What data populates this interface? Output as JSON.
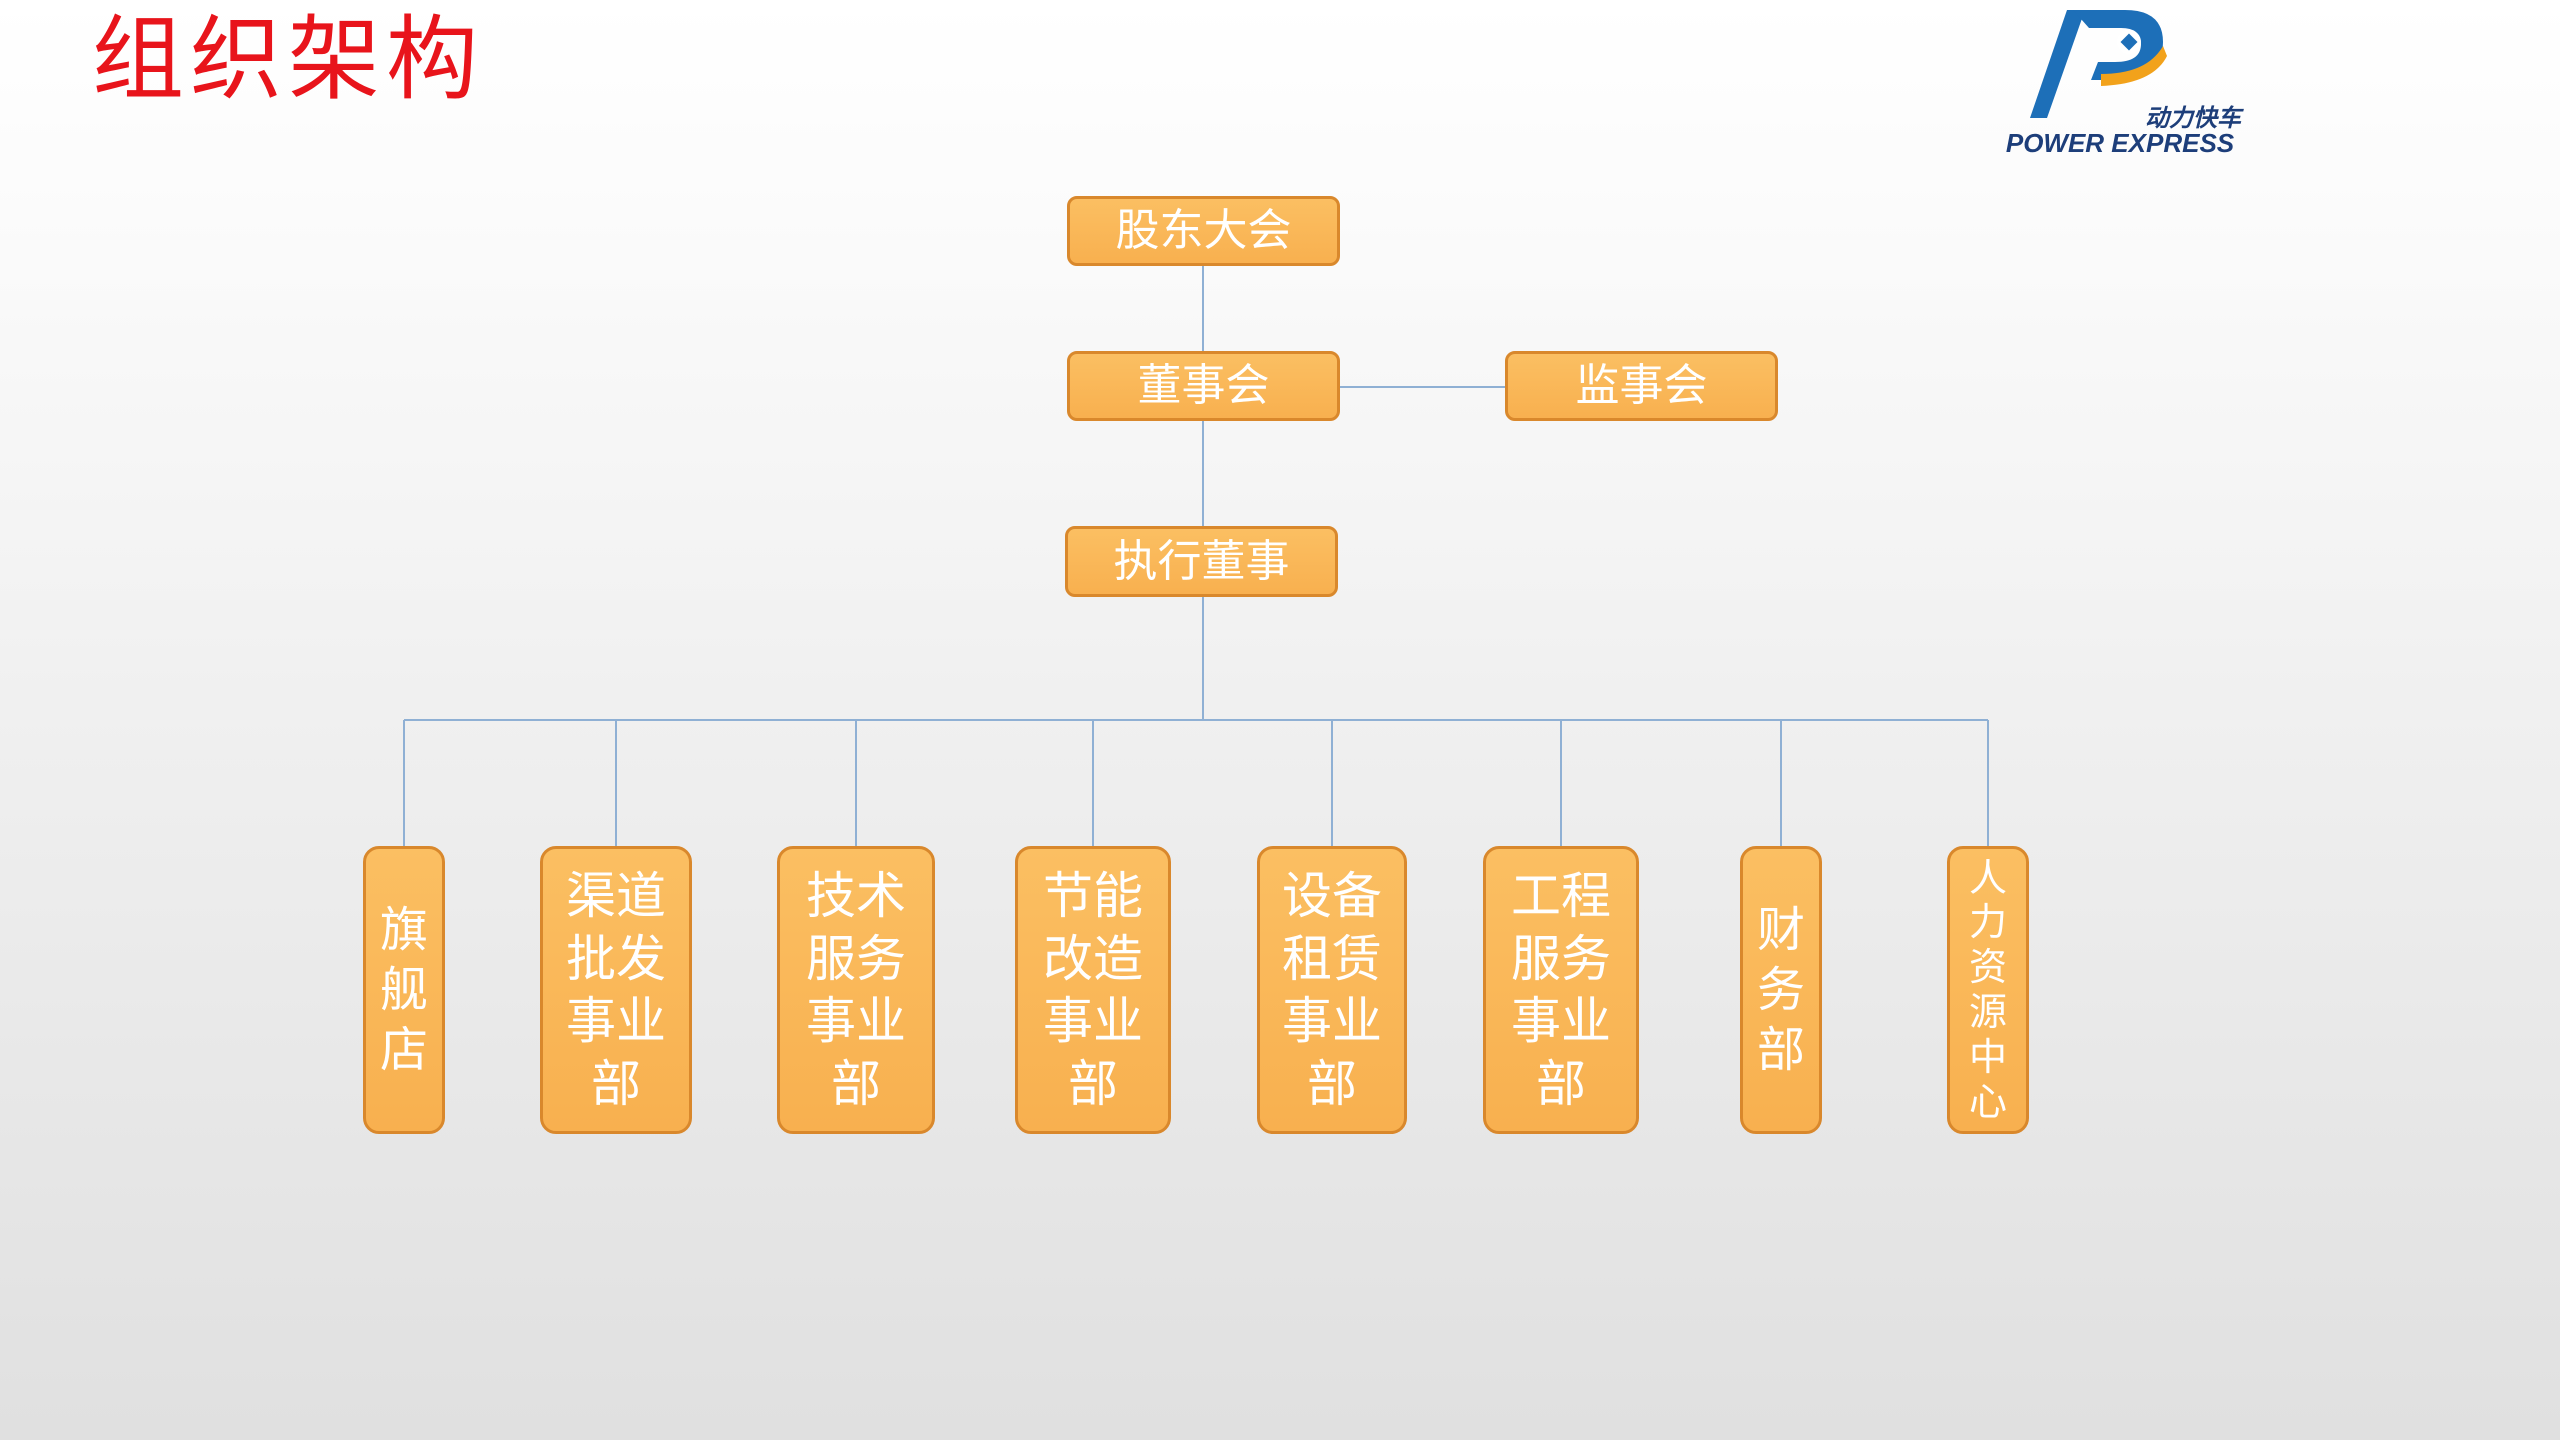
{
  "page": {
    "title": "组织架构"
  },
  "logo": {
    "cn_text": "动力快车",
    "en_text": "POWER EXPRESS",
    "colors": {
      "blue": "#1d6fb8",
      "orange": "#f2a21b"
    }
  },
  "org": {
    "shareholders": "股东大会",
    "board": "董事会",
    "supervisors": "监事会",
    "executive": "执行董事",
    "departments": [
      {
        "label": "旗舰店"
      },
      {
        "label": "渠道批发事业部"
      },
      {
        "label": "技术服务事业部"
      },
      {
        "label": "节能改造事业部"
      },
      {
        "label": "设备租赁事业部"
      },
      {
        "label": "工程服务事业部"
      },
      {
        "label": "财务部"
      },
      {
        "label": "人力资源中心"
      }
    ]
  },
  "colors": {
    "title": "#e8141b",
    "box_fill": "#f9b75a",
    "box_border": "#d9882c",
    "box_text": "#ffffff",
    "connector": "#8fb0d4"
  }
}
